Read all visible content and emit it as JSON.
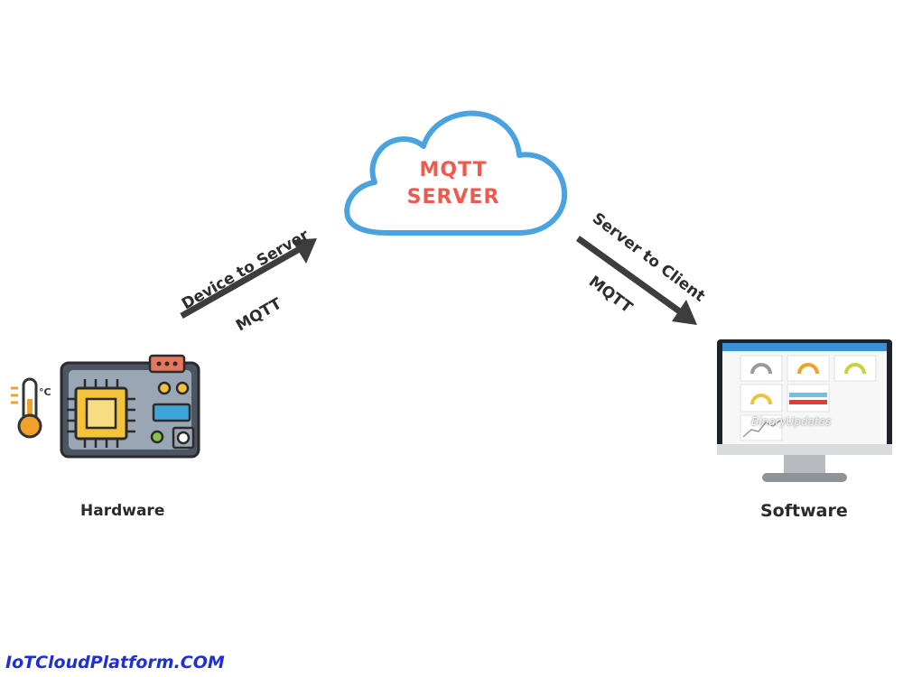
{
  "cloud": {
    "line1": "MQTT",
    "line2": "SERVER",
    "stroke_color": "#4aa3df",
    "text_color": "#ee5a4e"
  },
  "left_arrow": {
    "label_top": "Device to Server",
    "label_bottom": "MQTT"
  },
  "right_arrow": {
    "label_top": "Server to Client",
    "label_bottom": "MQTT"
  },
  "hardware": {
    "caption": "Hardware",
    "thermo_unit": "°C",
    "icon": "circuit-board-icon"
  },
  "software": {
    "caption": "Software",
    "icon": "monitor-dashboard-icon",
    "screen_watermark": "BinaryUpdates"
  },
  "footer": {
    "watermark": "IoTCloudPlatform.COM"
  }
}
